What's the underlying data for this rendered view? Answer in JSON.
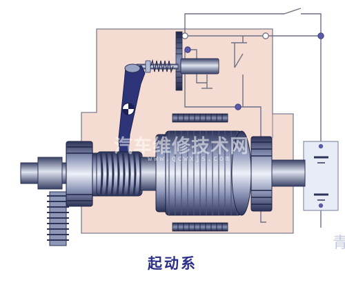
{
  "diagram": {
    "caption": "起动系",
    "watermark": "汽车维修技术网",
    "watermark_url": "www.qcwxjs.com",
    "edge_mark": "青",
    "colors": {
      "housing": "#f5dcd2",
      "outline": "#6b6f86",
      "wire": "#6b6f86",
      "node": "#5a5aa8",
      "metal_dark": "#2c3358",
      "metal_mid": "#7c86a8",
      "metal_light": "#e4e8f2",
      "lever": "#2d3478",
      "caption": "#2a2e8a"
    },
    "icons": [
      "armature",
      "pinion-gear",
      "flywheel-ring-gear",
      "shift-fork-lever",
      "solenoid-plunger",
      "return-spring",
      "ignition-switch",
      "battery"
    ]
  }
}
